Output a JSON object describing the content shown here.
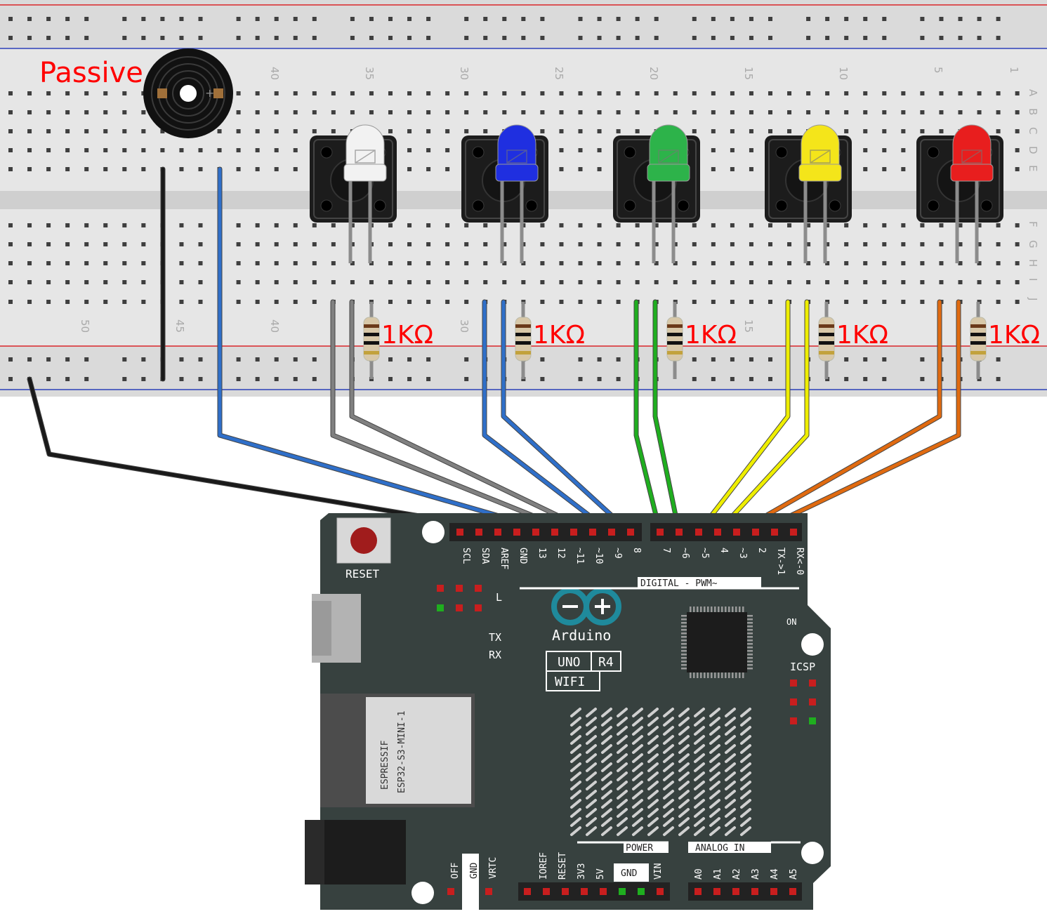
{
  "breadboard": {
    "column_numbers_top": [
      "40",
      "35",
      "30",
      "25",
      "20",
      "15",
      "10",
      "5",
      "1"
    ],
    "column_numbers_bottom": [
      "50",
      "45",
      "40",
      "30",
      "15"
    ],
    "row_letters_top": [
      "A",
      "B",
      "C",
      "D",
      "E"
    ],
    "row_letters_bottom": [
      "F",
      "G",
      "H",
      "I",
      "J"
    ],
    "rail_colors": {
      "positive": "#d9262b",
      "negative": "#2b3fb8"
    }
  },
  "buzzer": {
    "label": "Passive",
    "label_color": "#ff0000"
  },
  "leds": [
    {
      "color_name": "white",
      "color": "#f2f2f2"
    },
    {
      "color_name": "blue",
      "color": "#1f2fe0"
    },
    {
      "color_name": "green",
      "color": "#2db34a"
    },
    {
      "color_name": "yellow",
      "color": "#f4e51a"
    },
    {
      "color_name": "red",
      "color": "#e81e1e"
    }
  ],
  "resistor_label": "1KΩ",
  "resistors": [
    "1KΩ",
    "1KΩ",
    "1KΩ",
    "1KΩ",
    "1KΩ"
  ],
  "wire_colors": {
    "black": "#1a1a1a",
    "blue": "#2f6fc9",
    "gray": "#808080",
    "green": "#1fae1f",
    "yellow": "#eeee00",
    "orange": "#e06a10"
  },
  "arduino": {
    "reset_label": "RESET",
    "digital_pins": [
      "SCL",
      "SDA",
      "AREF",
      "GND",
      "13",
      "12",
      "~11",
      "~10",
      "~9",
      "8",
      "7",
      "~6",
      "~5",
      "4",
      "~3",
      "2",
      "TX->1",
      "RX<-0"
    ],
    "digital_header_label": "DIGITAL - PWM~",
    "led_l_label": "L",
    "tx_label": "TX",
    "rx_label": "RX",
    "brand": "Arduino",
    "model": "UNO",
    "revision": "R4",
    "variant": "WIFI",
    "on_label": "ON",
    "icsp_label": "ICSP",
    "module_brand": "ESPRESSIF",
    "module_name": "ESP32-S3-MINI-1",
    "power_header_label": "POWER",
    "analog_header_label": "ANALOG IN",
    "power_pins": [
      "IOREF",
      "RESET",
      "3V3",
      "5V",
      "GND",
      "VIN"
    ],
    "analog_pins": [
      "A0",
      "A1",
      "A2",
      "A3",
      "A4",
      "A5"
    ],
    "left_bottom_pins": [
      "OFF",
      "GND",
      "VRTC"
    ],
    "board_color": "#37413f"
  }
}
